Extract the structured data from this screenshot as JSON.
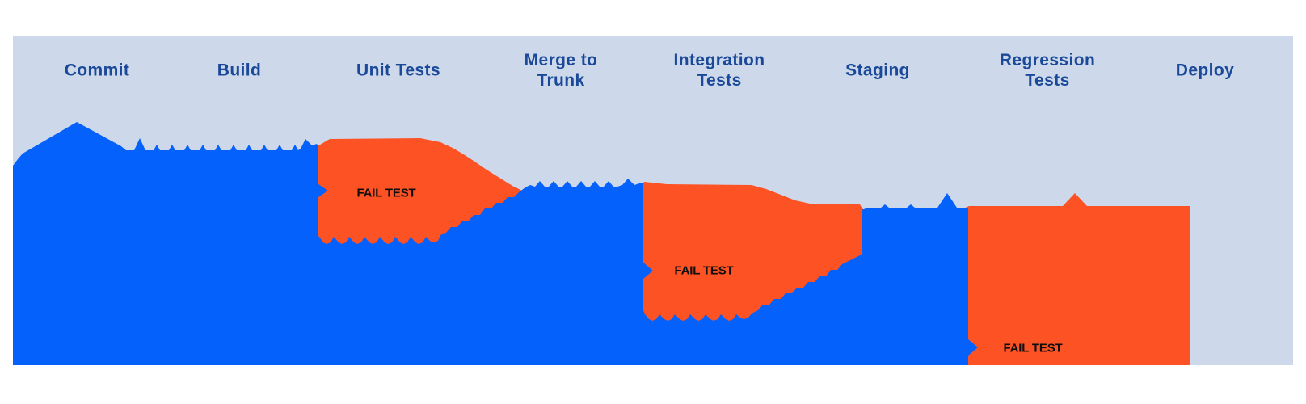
{
  "diagram": {
    "type": "ci-cd-pipeline-flow",
    "stages": [
      {
        "label": "Commit"
      },
      {
        "label": "Build"
      },
      {
        "label": "Unit Tests"
      },
      {
        "label": "Merge to\nTrunk"
      },
      {
        "label": "Integration\nTests"
      },
      {
        "label": "Staging"
      },
      {
        "label": "Regression\nTests"
      },
      {
        "label": "Deploy"
      }
    ],
    "fail_markers": [
      {
        "label": "FAIL TEST",
        "stage": "Unit Tests"
      },
      {
        "label": "FAIL TEST",
        "stage": "Integration Tests"
      },
      {
        "label": "FAIL TEST",
        "stage": "Regression Tests"
      }
    ]
  },
  "colors": {
    "background": "#ffffff",
    "panel": "#cdd9eb",
    "stream": "#0561fb",
    "fail": "#fc5224",
    "stage_label": "#1a4999",
    "fail_label": "#0f0f0f"
  }
}
